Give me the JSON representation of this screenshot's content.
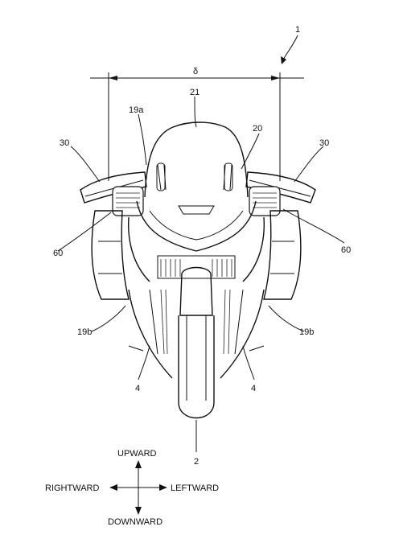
{
  "labels": {
    "ref_1": "1",
    "delta": "δ",
    "ref_21": "21",
    "ref_19a": "19a",
    "ref_20": "20",
    "ref_30_left": "30",
    "ref_30_right": "30",
    "ref_60_left": "60",
    "ref_60_right": "60",
    "ref_19b_left": "19b",
    "ref_19b_right": "19b",
    "ref_4_left": "4",
    "ref_4_right": "4",
    "ref_2": "2"
  },
  "directions": {
    "up": "UPWARD",
    "down": "DOWNWARD",
    "left": "RIGHTWARD",
    "right": "LEFTWARD"
  }
}
